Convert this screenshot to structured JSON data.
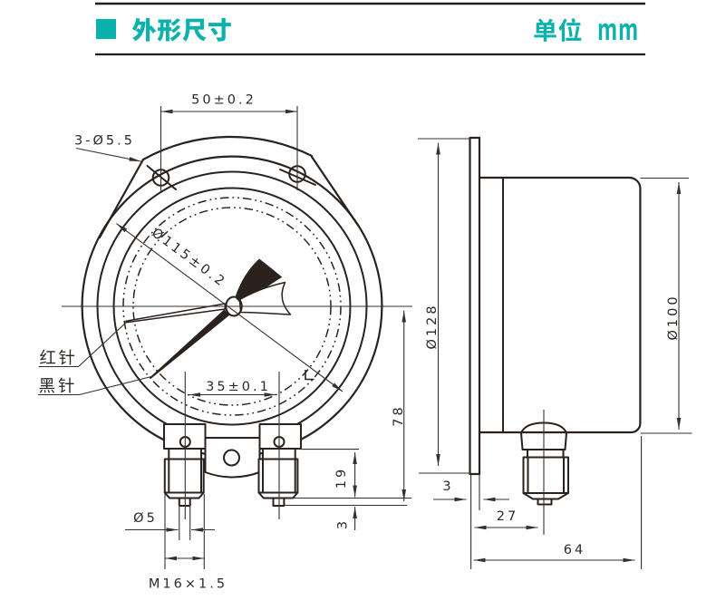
{
  "header": {
    "section_marker": "square-bullet",
    "title": "外形尺寸",
    "unit_label": "单位 mm",
    "unit_cjk": "单位",
    "unit_latin": "mm",
    "accent_color": "#0bb1ac"
  },
  "drawing": {
    "unit": "mm",
    "front_view": {
      "name": "front view",
      "hole_note": "3-Ø5.5",
      "hole_spacing": "50±0.2",
      "dial_diameter": "Ø115±0.2",
      "red_needle_label": "红针",
      "black_needle_label": "黑针",
      "port_spacing": "35±0.1",
      "center_to_port_bottom": "78",
      "hex_section_height": "19",
      "tip_height": "3",
      "tip_diameter": "Ø5",
      "thread_spec": "M16×1.5"
    },
    "side_view": {
      "name": "side view",
      "flange_diameter": "Ø128",
      "body_diameter": "Ø100",
      "flange_thickness": "3",
      "flange_to_port_axis": "27",
      "total_depth": "64"
    },
    "line_color": "#2b221d",
    "dim_color": "#37312c"
  }
}
